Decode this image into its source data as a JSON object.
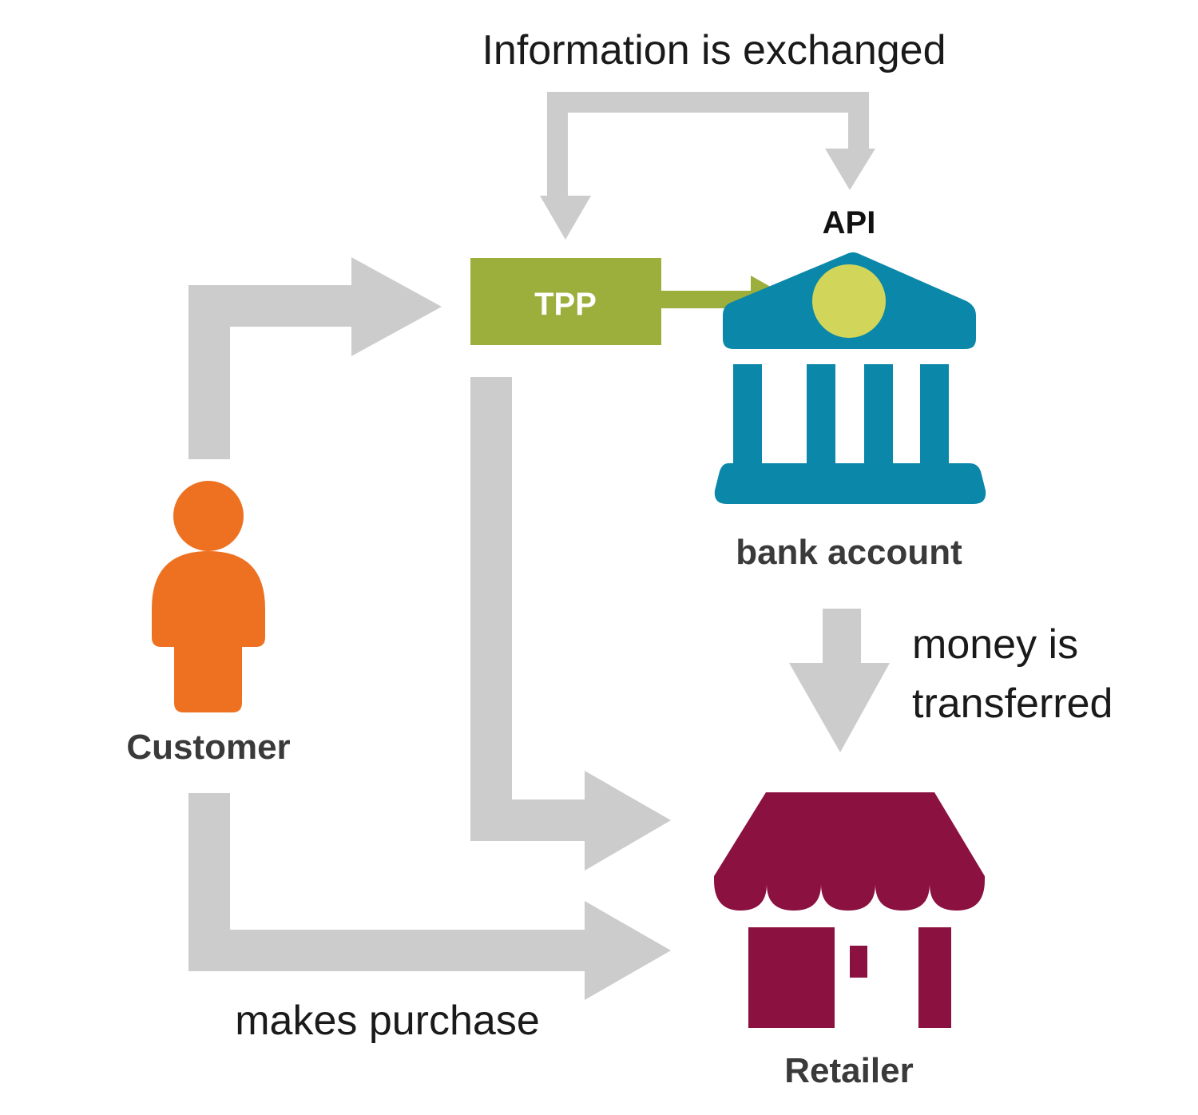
{
  "labels": {
    "info_exchanged": "Information is exchanged",
    "api": "API",
    "tpp": "TPP",
    "bank_account": "bank account",
    "money_transferred_line1": "money is",
    "money_transferred_line2": "transferred",
    "customer": "Customer",
    "makes_purchase": "makes purchase",
    "retailer": "Retailer"
  },
  "icons": {
    "customer": "person-icon",
    "bank": "bank-icon",
    "retailer": "store-icon"
  },
  "colors": {
    "arrow": "#cccccc",
    "tpp": "#9caf3c",
    "tpp_arrow": "#9caf3c",
    "bank": "#0a87a9",
    "bank_coin": "#d1d55a",
    "customer": "#ee7121",
    "retailer": "#8b1140"
  }
}
